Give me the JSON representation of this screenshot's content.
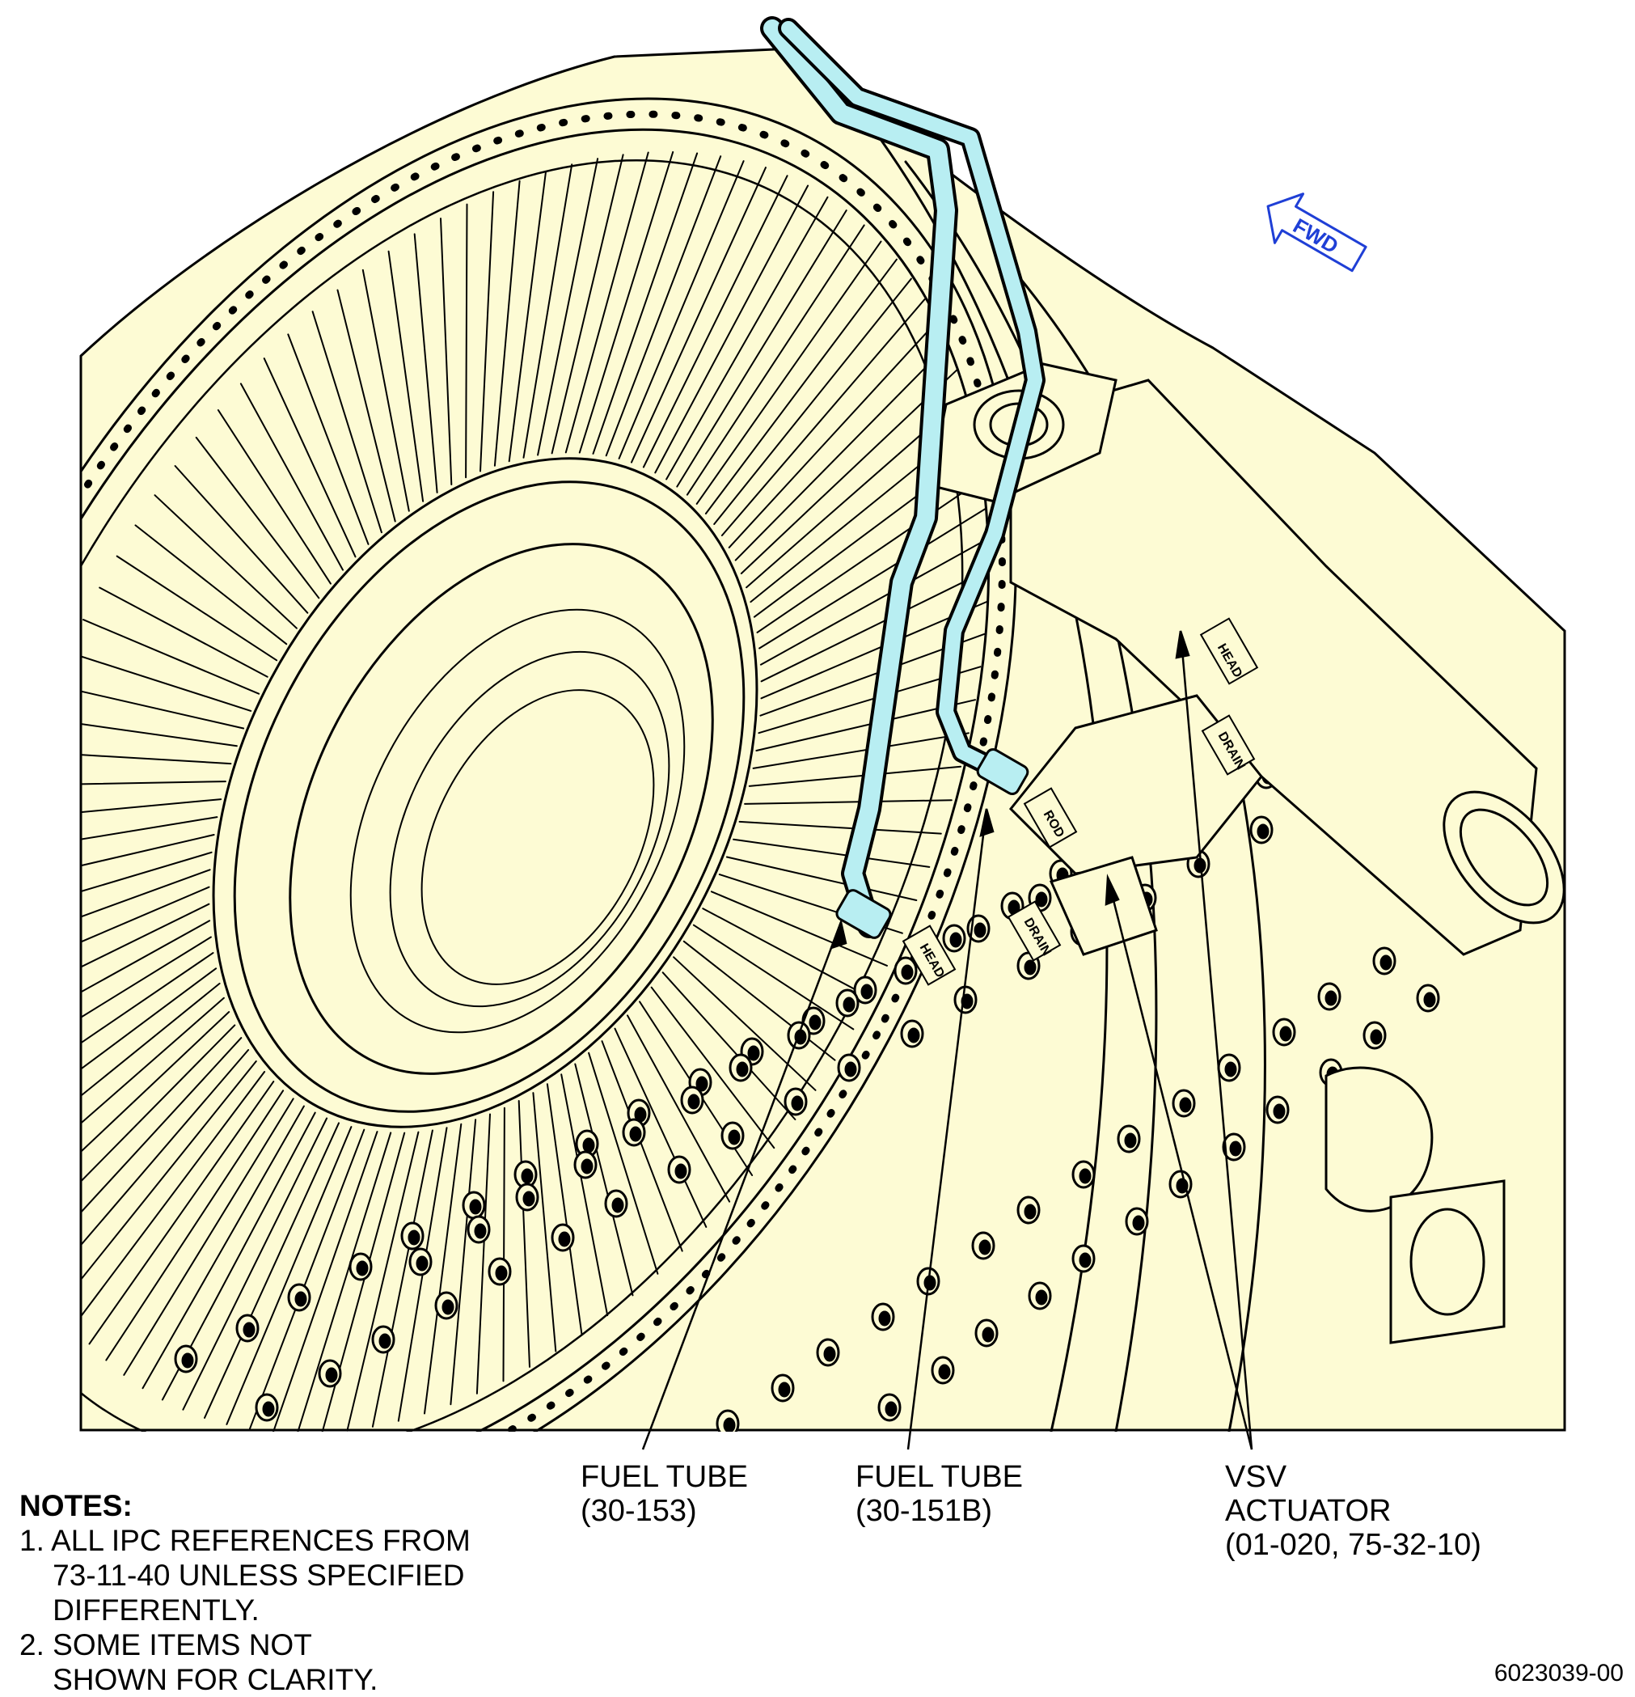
{
  "labels": [
    {
      "id": "fuel_tube_153",
      "line1": "FUEL TUBE",
      "line2": "(30-153)"
    },
    {
      "id": "fuel_tube_151b",
      "line1": "FUEL TUBE",
      "line2": "(30-151B)"
    },
    {
      "id": "vsv_actuator",
      "line1": "VSV",
      "line2": "ACTUATOR",
      "line3": "(01-020, 75-32-10)"
    }
  ],
  "notes": {
    "heading": "NOTES:",
    "items": [
      "1. ALL IPC REFERENCES FROM",
      "    73-11-40 UNLESS SPECIFIED",
      "    DIFFERENTLY.",
      "2. SOME ITEMS NOT",
      "    SHOWN FOR CLARITY."
    ]
  },
  "arrow_label": "FWD",
  "part_stencils": [
    "HEAD",
    "ROD",
    "DRAIN",
    "HEAD",
    "DRAIN"
  ],
  "figure_number": "6023039-00",
  "colors": {
    "engine_fill": "#fdfbd4",
    "tube_fill": "#b8eef2",
    "outline": "#000000",
    "fwd_arrow": "#1f3fd6"
  }
}
